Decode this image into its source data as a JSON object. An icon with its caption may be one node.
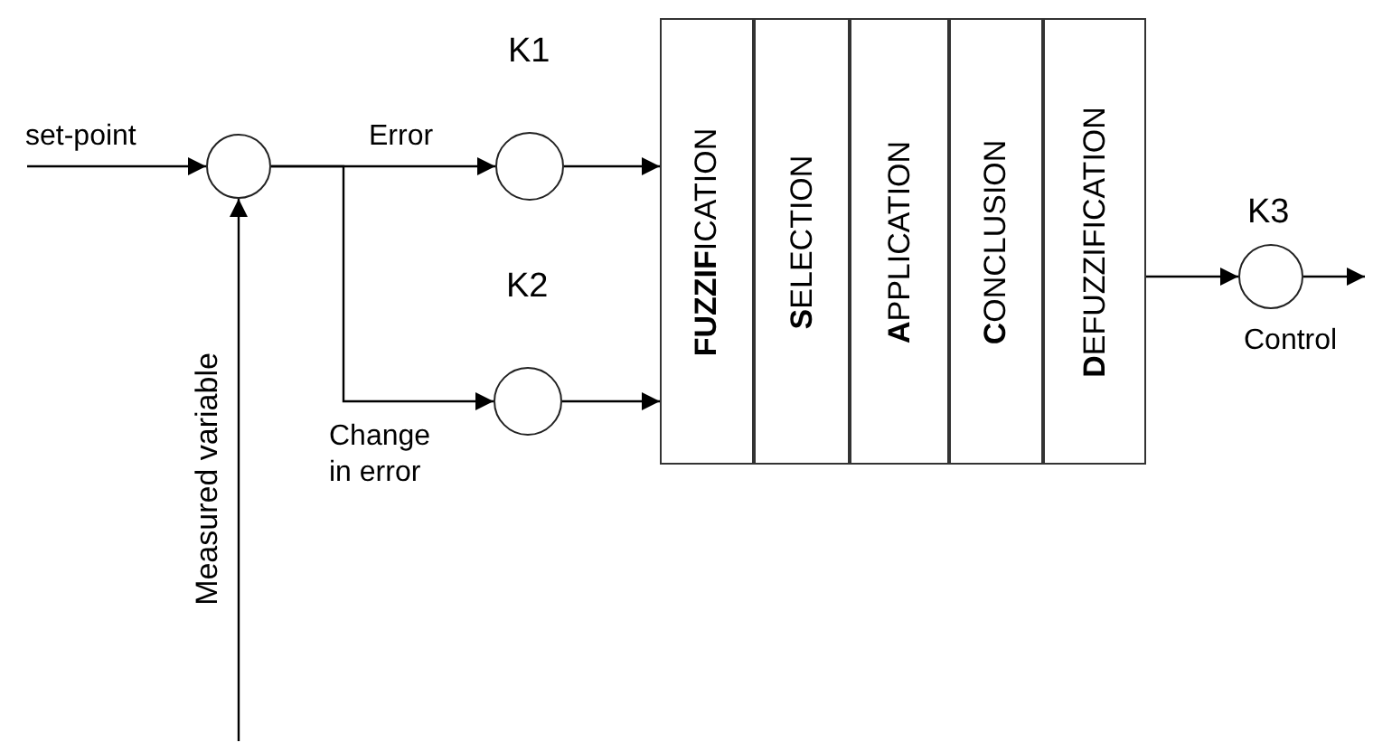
{
  "diagram": {
    "nodes": [
      {
        "text": [],
        "shape": "circle"
      },
      {
        "text": [
          "K1"
        ]
      },
      {
        "text": [
          "K2"
        ]
      },
      {
        "text": [
          "**FUZZIF**ICATION"
        ]
      },
      {
        "text": [
          "**S**ELECTION"
        ]
      },
      {
        "text": [
          "**A**PPLICATION"
        ]
      },
      {
        "text": [
          "**C**ONCLUSION"
        ]
      },
      {
        "text": [
          "**D**EFUZZIFICATION"
        ]
      },
      {
        "text": [
          "K3"
        ]
      }
    ],
    "edges": [
      {
        "from": null,
        "to": 0,
        "arrow": "to",
        "label": "set-point"
      },
      {
        "from": null,
        "to": 0,
        "arrow": "to",
        "label": "Measured variable"
      },
      {
        "from": 0,
        "to": 1,
        "arrow": "to",
        "label": "Error"
      },
      {
        "from": 0,
        "to": 2,
        "arrow": "to",
        "label": "Change in error"
      },
      {
        "from": 1,
        "to": 3,
        "arrow": "to"
      },
      {
        "from": 2,
        "to": 3,
        "arrow": "to"
      },
      {
        "from": 7,
        "to": 8,
        "arrow": "to"
      },
      {
        "from": 8,
        "to": null,
        "arrow": "to",
        "label": "Control"
      }
    ]
  }
}
